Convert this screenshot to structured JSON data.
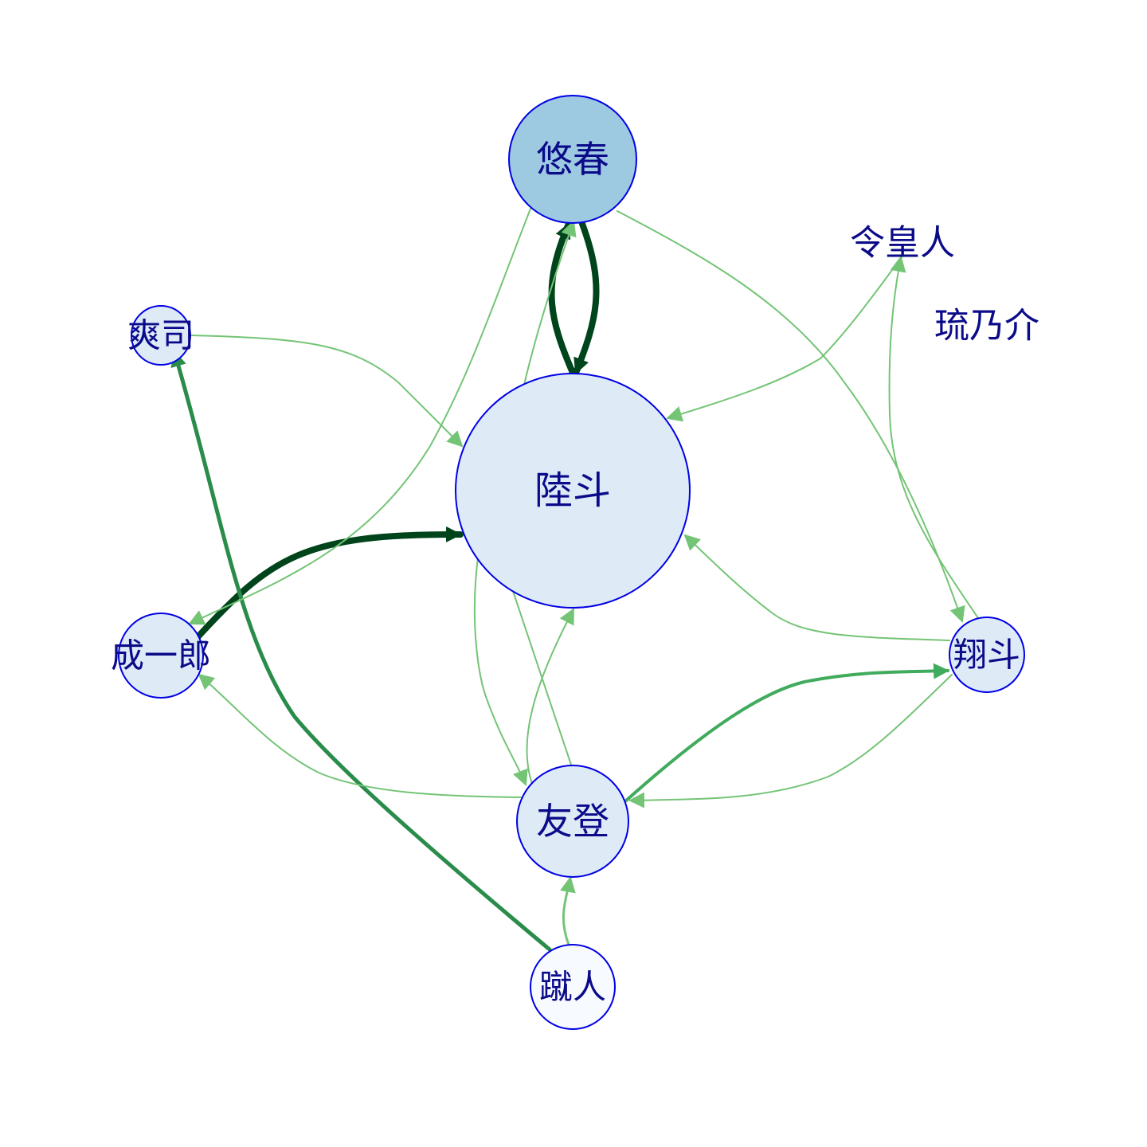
{
  "nodes": [
    {
      "id": "youshun",
      "label": "悠春",
      "fill": "#9ecae1"
    },
    {
      "id": "rikuto",
      "label": "陸斗",
      "fill": "#deebf7"
    },
    {
      "id": "souji",
      "label": "爽司",
      "fill": "#deebf7"
    },
    {
      "id": "seiichirou",
      "label": "成一郎",
      "fill": "#deebf7"
    },
    {
      "id": "shouto",
      "label": "翔斗",
      "fill": "#deebf7"
    },
    {
      "id": "yuuto",
      "label": "友登",
      "fill": "#deebf7"
    },
    {
      "id": "shuuto",
      "label": "蹴人",
      "fill": "#f7fbff"
    },
    {
      "id": "reiouto",
      "label": "令皇人",
      "fill": null
    },
    {
      "id": "runosuke",
      "label": "琉乃介",
      "fill": null
    }
  ],
  "edges": [
    {
      "from": "youshun",
      "to": "rikuto",
      "color": "#00441b"
    },
    {
      "from": "rikuto",
      "to": "youshun",
      "color": "#00441b"
    },
    {
      "from": "seiichirou",
      "to": "rikuto",
      "color": "#00441b"
    },
    {
      "from": "shuuto",
      "to": "souji",
      "color": "#2a8c4a"
    },
    {
      "from": "yuuto",
      "to": "shouto",
      "color": "#41ab5d"
    },
    {
      "from": "souji",
      "to": "rikuto",
      "color": "#74c476"
    },
    {
      "from": "youshun",
      "to": "seiichirou",
      "color": "#74c476"
    },
    {
      "from": "youshun",
      "to": "shouto",
      "color": "#74c476"
    },
    {
      "from": "reiouto",
      "to": "rikuto",
      "color": "#74c476"
    },
    {
      "from": "shouto",
      "to": "reiouto",
      "color": "#74c476"
    },
    {
      "from": "shouto",
      "to": "rikuto",
      "color": "#74c476"
    },
    {
      "from": "shouto",
      "to": "yuuto",
      "color": "#74c476"
    },
    {
      "from": "yuuto",
      "to": "seiichirou",
      "color": "#74c476"
    },
    {
      "from": "yuuto",
      "to": "youshun",
      "color": "#74c476"
    },
    {
      "from": "yuuto",
      "to": "rikuto",
      "color": "#74c476"
    },
    {
      "from": "rikuto",
      "to": "yuuto",
      "color": "#74c476"
    },
    {
      "from": "shuuto",
      "to": "yuuto",
      "color": "#74c476"
    }
  ]
}
